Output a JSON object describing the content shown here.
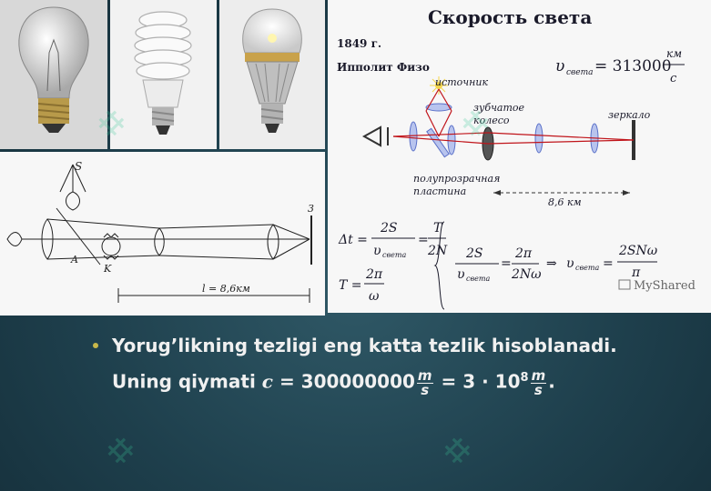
{
  "slide": {
    "title": "Скорость света",
    "year": "1849 г.",
    "author": "Ипполит Физо",
    "speed_formula": {
      "lhs": "υ",
      "sub": "света",
      "eq": "= 313000",
      "unit_num": "км",
      "unit_den": "с"
    },
    "labels": {
      "source": "источник",
      "wheel_line1": "зубчатое",
      "wheel_line2": "колесо",
      "mirror": "зеркало",
      "plate_line1": "полупрозрачная",
      "plate_line2": "пластина",
      "distance": "8,6 км"
    },
    "equations": {
      "dt": "Δt =",
      "two_s": "2S",
      "v_sveta": "υ",
      "sveta_sub": "света",
      "eq_sign": "=",
      "T": "T",
      "two_n": "2N",
      "two_pi": "2π",
      "two_n_omega": "2Nω",
      "arrow": "⇒",
      "two_sn_omega": "2SNω",
      "pi": "π",
      "T_def": "T =",
      "omega": "ω"
    }
  },
  "diagram": {
    "source_label": "S",
    "lens_label": "A",
    "wheel_label": "K",
    "mirror_label": "3",
    "distance_label": "l = 8,6км"
  },
  "caption": {
    "line1": "Yorug’likning tezligi eng katta tezlik hisoblanadi.",
    "line2_pre": "Uning qiymati",
    "c": "c",
    "eq1": "= 300000000",
    "m": "m",
    "s": "s",
    "eq2": "= 3 · 10",
    "exp": "8",
    "period": "."
  },
  "watermark": {
    "brand": "MyShared"
  },
  "colors": {
    "beam": "#c0141a",
    "lens": "#5a70c8",
    "formula": "#1a1a2a"
  }
}
